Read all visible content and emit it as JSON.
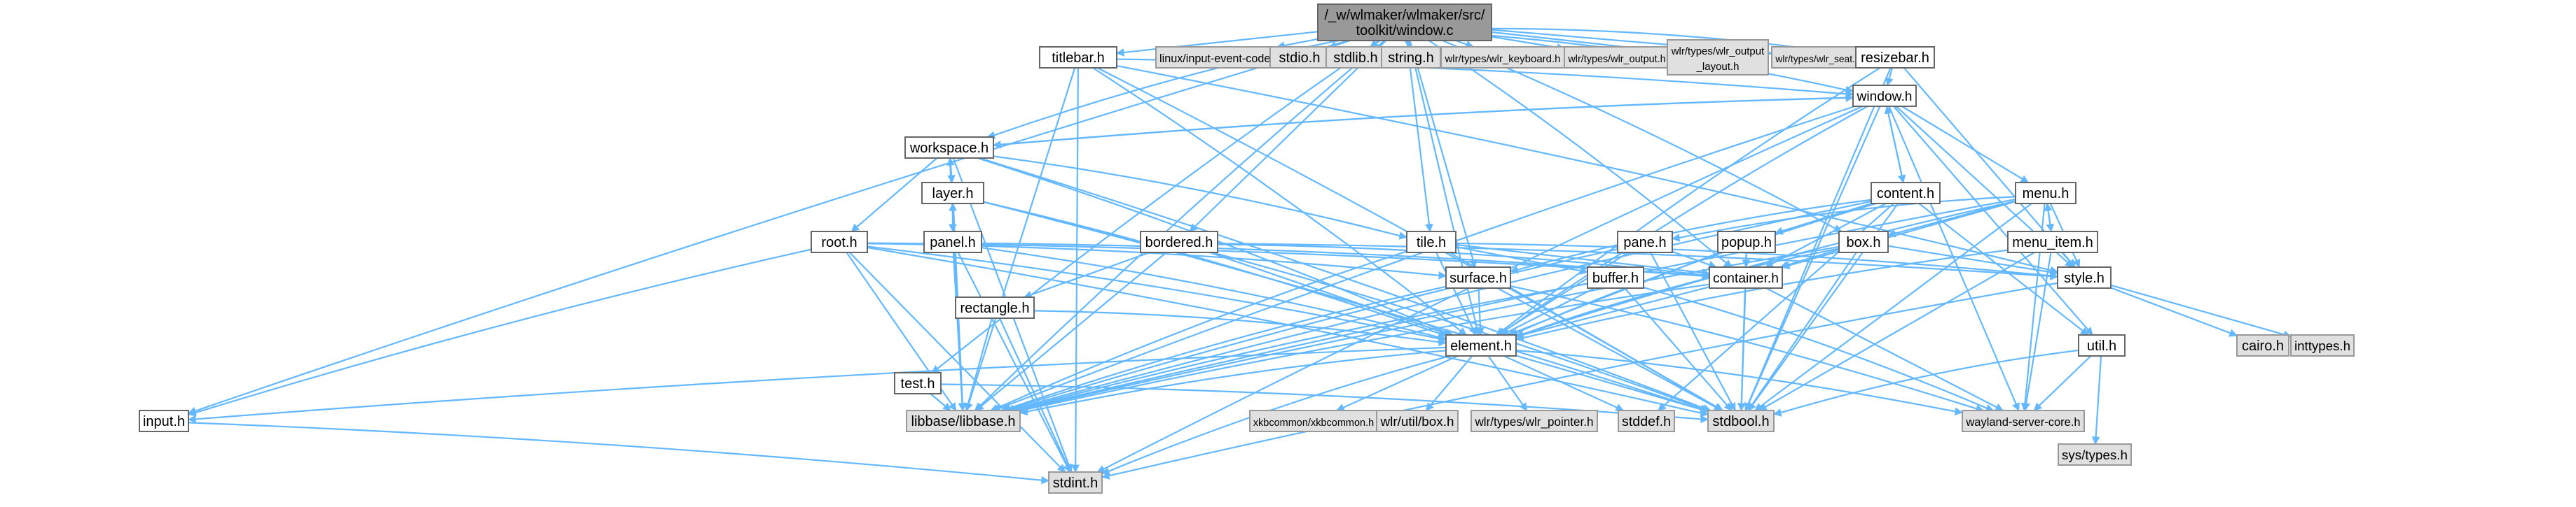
{
  "colors": {
    "edge": "#63b8ff",
    "node_border": "#666666",
    "node_fill": "#ffffff",
    "system_fill": "#e0e0e0",
    "root_fill": "#999999"
  },
  "nodes": [
    {
      "id": "root",
      "label": "/_w/wlmaker/wlmaker/src/toolkit/window.c",
      "kind": "root"
    },
    {
      "id": "linux_input",
      "label": "linux/input-event-codes.h",
      "kind": "system"
    },
    {
      "id": "stdio",
      "label": "stdio.h",
      "kind": "system"
    },
    {
      "id": "stdlib",
      "label": "stdlib.h",
      "kind": "system"
    },
    {
      "id": "string",
      "label": "string.h",
      "kind": "system"
    },
    {
      "id": "wlr_keyboard",
      "label": "wlr/types/wlr_keyboard.h",
      "kind": "system"
    },
    {
      "id": "wlr_output",
      "label": "wlr/types/wlr_output.h",
      "kind": "system"
    },
    {
      "id": "wlr_output_layout",
      "label": "wlr/types/wlr_output_layout.h",
      "kind": "system"
    },
    {
      "id": "wlr_seat",
      "label": "wlr/types/wlr_seat.h",
      "kind": "system"
    },
    {
      "id": "titlebar",
      "label": "titlebar.h",
      "kind": "normal"
    },
    {
      "id": "resizebar",
      "label": "resizebar.h",
      "kind": "normal"
    },
    {
      "id": "window",
      "label": "window.h",
      "kind": "normal"
    },
    {
      "id": "workspace",
      "label": "workspace.h",
      "kind": "normal"
    },
    {
      "id": "layer",
      "label": "layer.h",
      "kind": "normal"
    },
    {
      "id": "content",
      "label": "content.h",
      "kind": "normal"
    },
    {
      "id": "menu",
      "label": "menu.h",
      "kind": "normal"
    },
    {
      "id": "menu_item",
      "label": "menu_item.h",
      "kind": "normal"
    },
    {
      "id": "root_h",
      "label": "root.h",
      "kind": "normal"
    },
    {
      "id": "panel",
      "label": "panel.h",
      "kind": "normal"
    },
    {
      "id": "bordered",
      "label": "bordered.h",
      "kind": "normal"
    },
    {
      "id": "tile",
      "label": "tile.h",
      "kind": "normal"
    },
    {
      "id": "pane",
      "label": "pane.h",
      "kind": "normal"
    },
    {
      "id": "popup",
      "label": "popup.h",
      "kind": "normal"
    },
    {
      "id": "box",
      "label": "box.h",
      "kind": "normal"
    },
    {
      "id": "surface",
      "label": "surface.h",
      "kind": "normal"
    },
    {
      "id": "buffer",
      "label": "buffer.h",
      "kind": "normal"
    },
    {
      "id": "container",
      "label": "container.h",
      "kind": "normal"
    },
    {
      "id": "style",
      "label": "style.h",
      "kind": "normal"
    },
    {
      "id": "rectangle",
      "label": "rectangle.h",
      "kind": "normal"
    },
    {
      "id": "element",
      "label": "element.h",
      "kind": "normal"
    },
    {
      "id": "util",
      "label": "util.h",
      "kind": "normal"
    },
    {
      "id": "test",
      "label": "test.h",
      "kind": "normal"
    },
    {
      "id": "input",
      "label": "input.h",
      "kind": "normal"
    },
    {
      "id": "libbase",
      "label": "libbase/libbase.h",
      "kind": "system"
    },
    {
      "id": "xkbcommon",
      "label": "xkbcommon/xkbcommon.h",
      "kind": "system"
    },
    {
      "id": "wlr_box",
      "label": "wlr/util/box.h",
      "kind": "system"
    },
    {
      "id": "wlr_pointer",
      "label": "wlr/types/wlr_pointer.h",
      "kind": "system"
    },
    {
      "id": "stddef",
      "label": "stddef.h",
      "kind": "system"
    },
    {
      "id": "stdbool",
      "label": "stdbool.h",
      "kind": "system"
    },
    {
      "id": "wayland",
      "label": "wayland-server-core.h",
      "kind": "system"
    },
    {
      "id": "sys_types",
      "label": "sys/types.h",
      "kind": "system"
    },
    {
      "id": "cairo",
      "label": "cairo.h",
      "kind": "system"
    },
    {
      "id": "inttypes",
      "label": "inttypes.h",
      "kind": "system"
    },
    {
      "id": "stdint",
      "label": "stdint.h",
      "kind": "system"
    }
  ],
  "edges": [
    [
      "root",
      "linux_input"
    ],
    [
      "root",
      "stdio"
    ],
    [
      "root",
      "stdlib"
    ],
    [
      "root",
      "string"
    ],
    [
      "root",
      "wlr_keyboard"
    ],
    [
      "root",
      "wlr_output"
    ],
    [
      "root",
      "wlr_output_layout"
    ],
    [
      "root",
      "wlr_seat"
    ],
    [
      "root",
      "titlebar"
    ],
    [
      "root",
      "resizebar"
    ],
    [
      "root",
      "window"
    ],
    [
      "root",
      "workspace"
    ],
    [
      "root",
      "bordered"
    ],
    [
      "root",
      "tile"
    ],
    [
      "root",
      "box"
    ],
    [
      "root",
      "surface"
    ],
    [
      "root",
      "container"
    ],
    [
      "root",
      "element"
    ],
    [
      "root",
      "test"
    ],
    [
      "root",
      "input"
    ],
    [
      "root",
      "libbase"
    ],
    [
      "titlebar",
      "window"
    ],
    [
      "titlebar",
      "element"
    ],
    [
      "titlebar",
      "style"
    ],
    [
      "titlebar",
      "stdbool"
    ],
    [
      "titlebar",
      "libbase"
    ],
    [
      "titlebar",
      "stdint"
    ],
    [
      "resizebar",
      "window"
    ],
    [
      "resizebar",
      "element"
    ],
    [
      "resizebar",
      "style"
    ],
    [
      "resizebar",
      "stdbool"
    ],
    [
      "window",
      "workspace"
    ],
    [
      "window",
      "content"
    ],
    [
      "window",
      "menu"
    ],
    [
      "window",
      "element"
    ],
    [
      "window",
      "style"
    ],
    [
      "window",
      "util"
    ],
    [
      "window",
      "stdbool"
    ],
    [
      "window",
      "wayland"
    ],
    [
      "window",
      "stdint"
    ],
    [
      "window",
      "libbase"
    ],
    [
      "workspace",
      "layer"
    ],
    [
      "workspace",
      "root_h"
    ],
    [
      "workspace",
      "tile"
    ],
    [
      "workspace",
      "element"
    ],
    [
      "workspace",
      "window"
    ],
    [
      "workspace",
      "stdbool"
    ],
    [
      "workspace",
      "libbase"
    ],
    [
      "workspace",
      "stdint"
    ],
    [
      "layer",
      "panel"
    ],
    [
      "layer",
      "workspace"
    ],
    [
      "layer",
      "element"
    ],
    [
      "layer",
      "stdbool"
    ],
    [
      "layer",
      "libbase"
    ],
    [
      "panel",
      "layer"
    ],
    [
      "panel",
      "element"
    ],
    [
      "panel",
      "container"
    ],
    [
      "panel",
      "libbase"
    ],
    [
      "panel",
      "stdint"
    ],
    [
      "root_h",
      "element"
    ],
    [
      "root_h",
      "container"
    ],
    [
      "root_h",
      "input"
    ],
    [
      "root_h",
      "surface"
    ],
    [
      "root_h",
      "stdbool"
    ],
    [
      "root_h",
      "libbase"
    ],
    [
      "root_h",
      "stdint"
    ],
    [
      "content",
      "window"
    ],
    [
      "content",
      "element"
    ],
    [
      "content",
      "container"
    ],
    [
      "content",
      "popup"
    ],
    [
      "content",
      "surface"
    ],
    [
      "content",
      "util"
    ],
    [
      "content",
      "stdbool"
    ],
    [
      "content",
      "stddef"
    ],
    [
      "content",
      "libbase"
    ],
    [
      "menu",
      "menu_item"
    ],
    [
      "menu",
      "pane"
    ],
    [
      "menu",
      "box"
    ],
    [
      "menu",
      "style"
    ],
    [
      "menu",
      "element"
    ],
    [
      "menu",
      "container"
    ],
    [
      "menu",
      "stdbool"
    ],
    [
      "menu",
      "wayland"
    ],
    [
      "menu",
      "libbase"
    ],
    [
      "menu_item",
      "menu"
    ],
    [
      "menu_item",
      "element"
    ],
    [
      "menu_item",
      "style"
    ],
    [
      "menu_item",
      "stdbool"
    ],
    [
      "menu_item",
      "wayland"
    ],
    [
      "bordered",
      "container"
    ],
    [
      "bordered",
      "rectangle"
    ],
    [
      "bordered",
      "element"
    ],
    [
      "bordered",
      "style"
    ],
    [
      "bordered",
      "stdbool"
    ],
    [
      "bordered",
      "libbase"
    ],
    [
      "tile",
      "buffer"
    ],
    [
      "tile",
      "element"
    ],
    [
      "tile",
      "container"
    ],
    [
      "tile",
      "style"
    ],
    [
      "tile",
      "stdbool"
    ],
    [
      "tile",
      "libbase"
    ],
    [
      "pane",
      "container"
    ],
    [
      "pane",
      "element"
    ],
    [
      "pane",
      "stdbool"
    ],
    [
      "pane",
      "libbase"
    ],
    [
      "popup",
      "container"
    ],
    [
      "popup",
      "element"
    ],
    [
      "popup",
      "stdbool"
    ],
    [
      "box",
      "container"
    ],
    [
      "box",
      "element"
    ],
    [
      "box",
      "style"
    ],
    [
      "box",
      "stdbool"
    ],
    [
      "box",
      "libbase"
    ],
    [
      "surface",
      "element"
    ],
    [
      "surface",
      "stdbool"
    ],
    [
      "surface",
      "wayland"
    ],
    [
      "surface",
      "libbase"
    ],
    [
      "buffer",
      "element"
    ],
    [
      "buffer",
      "stdbool"
    ],
    [
      "buffer",
      "wayland"
    ],
    [
      "buffer",
      "libbase"
    ],
    [
      "container",
      "element"
    ],
    [
      "container",
      "stdbool"
    ],
    [
      "container",
      "wayland"
    ],
    [
      "container",
      "libbase"
    ],
    [
      "style",
      "cairo"
    ],
    [
      "style",
      "inttypes"
    ],
    [
      "style",
      "stdint"
    ],
    [
      "rectangle",
      "element"
    ],
    [
      "rectangle",
      "libbase"
    ],
    [
      "rectangle",
      "stdint"
    ],
    [
      "element",
      "input"
    ],
    [
      "element",
      "libbase"
    ],
    [
      "element",
      "xkbcommon"
    ],
    [
      "element",
      "wlr_box"
    ],
    [
      "element",
      "wlr_pointer"
    ],
    [
      "element",
      "stddef"
    ],
    [
      "element",
      "stdbool"
    ],
    [
      "element",
      "wayland"
    ],
    [
      "element",
      "stdint"
    ],
    [
      "util",
      "sys_types"
    ],
    [
      "util",
      "wayland"
    ],
    [
      "util",
      "stdbool"
    ],
    [
      "test",
      "libbase"
    ],
    [
      "test",
      "stdbool"
    ],
    [
      "input",
      "stdint"
    ]
  ]
}
